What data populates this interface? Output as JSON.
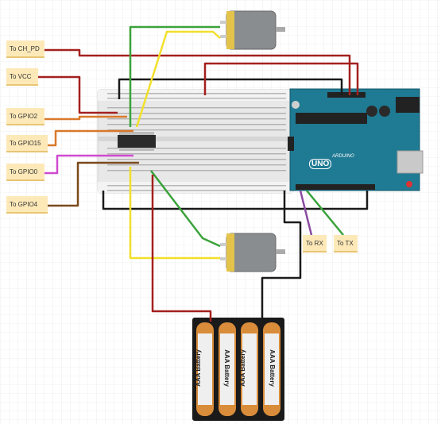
{
  "labels": {
    "ch_pd": "To CH_PD",
    "vcc": "To VCC",
    "gpio2": "To GPIO2",
    "gpio15": "To GPIO15",
    "gpio0": "To GPIO0",
    "gpio4": "To GPIO4",
    "rx": "To RX",
    "tx": "To TX"
  },
  "arduino": {
    "logo": "UNO",
    "brand": "ARDUINO"
  },
  "battery": {
    "label": "AAA Battery"
  },
  "colors": {
    "background": "#ffffff",
    "grid": "#e3e3e3",
    "arduino_board": "#1f7a93",
    "breadboard": "#e8e8e8",
    "motor_body": "#8a8d90",
    "battery_holder": "#1a1a1a",
    "battery_cell": "#d98c3a",
    "wire_red": "#a3201e",
    "wire_black": "#1a1a1a",
    "wire_yellow": "#f2e02a",
    "wire_green": "#3aa33a",
    "wire_orange": "#d9792b",
    "wire_brown": "#7a4a1c",
    "wire_magenta": "#d04ad0",
    "wire_purple": "#8a4aa0",
    "tag_fill": "#fde9b8"
  }
}
